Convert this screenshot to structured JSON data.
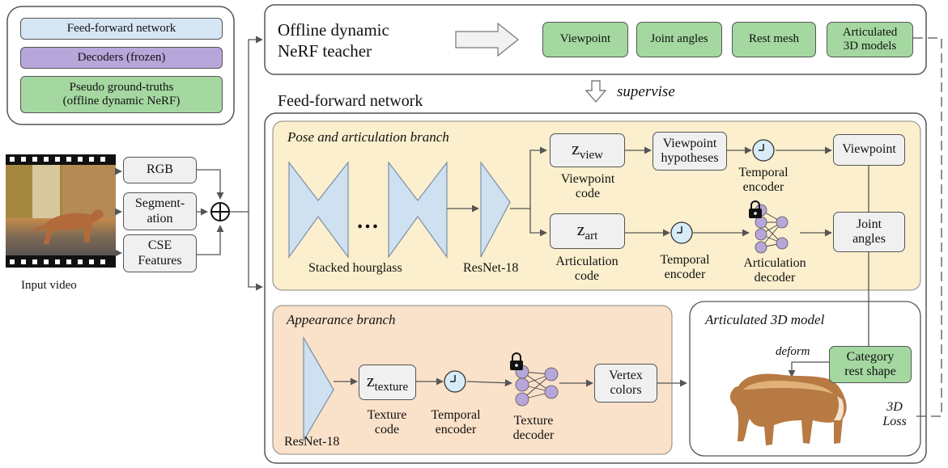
{
  "legend": {
    "feed_forward": "Feed-forward network",
    "decoders": "Decoders (frozen)",
    "pseudo_gt_line1": "Pseudo ground-truths",
    "pseudo_gt_line2": "(offline dynamic NeRF)",
    "colors": {
      "feed_forward": "#d6e6f5",
      "decoders": "#b7a6d9",
      "pseudo_gt": "#a4d8a0"
    }
  },
  "input": {
    "label": "Input video",
    "rgb": "RGB",
    "segmentation_line1": "Segment-",
    "segmentation_line2": "ation",
    "cse_line1": "CSE",
    "cse_line2": "Features"
  },
  "teacher": {
    "title_line1": "Offline dynamic",
    "title_line2": "NeRF teacher",
    "outputs": [
      "Viewpoint",
      "Joint angles",
      "Rest mesh"
    ],
    "articulated_line1": "Articulated",
    "articulated_line2": "3D models"
  },
  "supervise": "supervise",
  "ffn_title": "Feed-forward network",
  "pose_branch": {
    "title": "Pose and articulation branch",
    "ellipsis": "…",
    "stacked_hourglass": "Stacked hourglass",
    "resnet": "ResNet-18",
    "z_view_main": "z",
    "z_view_sub": "view",
    "viewpoint_code_line1": "Viewpoint",
    "viewpoint_code_line2": "code",
    "z_art_main": "z",
    "z_art_sub": "art",
    "articulation_code_line1": "Articulation",
    "articulation_code_line2": "code",
    "viewpoint_hyp_line1": "Viewpoint",
    "viewpoint_hyp_line2": "hypotheses",
    "temporal_line1": "Temporal",
    "temporal_line2": "encoder",
    "viewpoint": "Viewpoint",
    "joint_line1": "Joint",
    "joint_line2": "angles",
    "art_decoder_line1": "Articulation",
    "art_decoder_line2": "decoder"
  },
  "appearance_branch": {
    "title": "Appearance branch",
    "resnet": "ResNet-18",
    "z_tex_main": "z",
    "z_tex_sub": "texture",
    "texture_code_line1": "Texture",
    "texture_code_line2": "code",
    "temporal_line1": "Temporal",
    "temporal_line2": "encoder",
    "texture_decoder_line1": "Texture",
    "texture_decoder_line2": "decoder",
    "vertex_line1": "Vertex",
    "vertex_line2": "colors"
  },
  "model_panel": {
    "title": "Articulated 3D model",
    "deform": "deform",
    "category_line1": "Category",
    "category_line2": "rest shape",
    "loss_line1": "3D",
    "loss_line2": "Loss"
  },
  "colors": {
    "pose_bg": "#fcefcd",
    "appearance_bg": "#fae1c9",
    "hourglass": "#cfe0f0",
    "decoder_node": "#b7a6d9",
    "green": "#a4d8a0",
    "gray_box": "#f0f0f0"
  }
}
